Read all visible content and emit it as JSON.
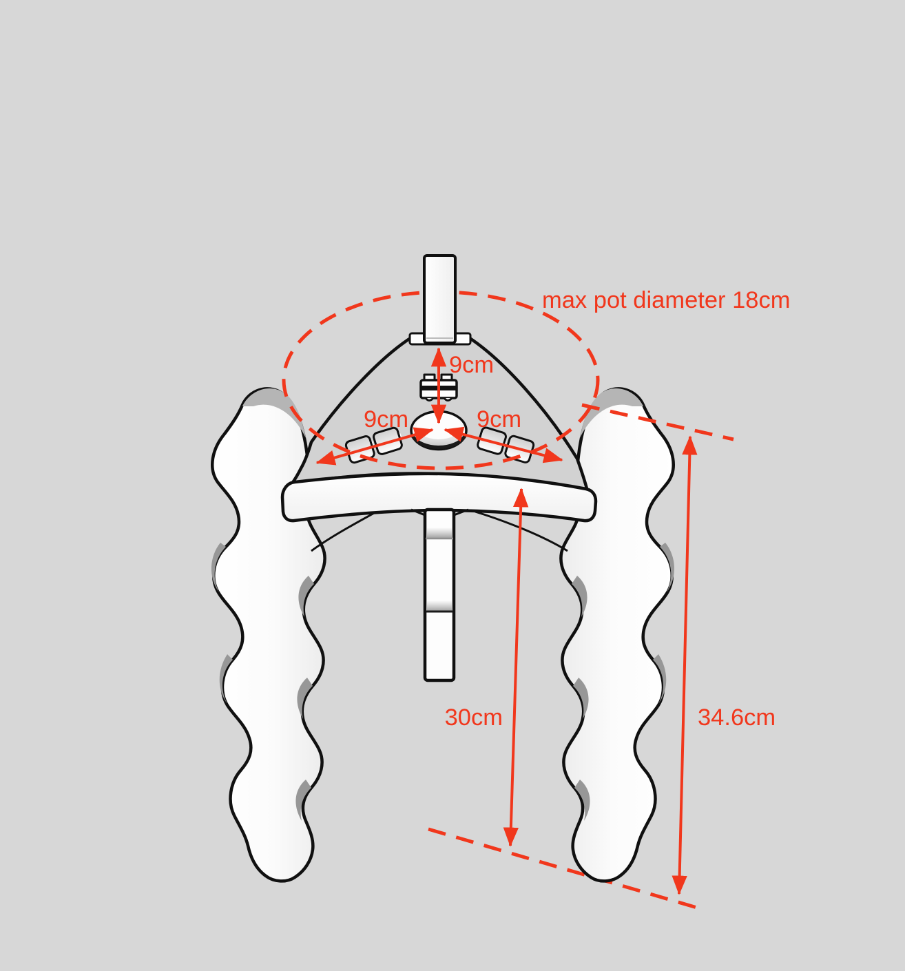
{
  "scene": {
    "description": "3D dimension drawing of a white three-legged wavy plant pot stand on a gray background",
    "colors": {
      "background": "#d7d7d7",
      "outline": "#101010",
      "part_fill": "#fbfbfb",
      "plate_top_fill": "#d2d2d2",
      "notch_shadow": "#979797",
      "annotation_red": "#f1371c"
    }
  },
  "labels": {
    "max_pot_diameter": "max pot diameter 18cm",
    "radius_top": "9cm",
    "radius_left": "9cm",
    "radius_right": "9cm",
    "clearance_height": "30cm",
    "total_height": "34.6cm"
  }
}
